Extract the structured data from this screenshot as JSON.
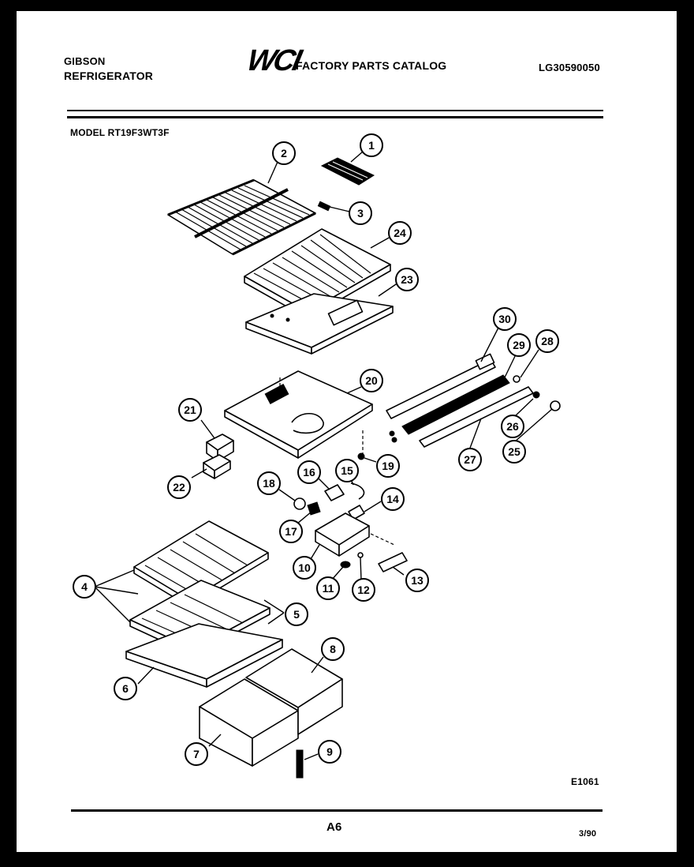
{
  "header": {
    "brand_line1": "GIBSON",
    "brand_line2": "REFRIGERATOR",
    "logo_text": "WCI",
    "catalog_title": "FACTORY PARTS CATALOG",
    "catalog_number": "LG30590050",
    "model": "MODEL RT19F3WT3F"
  },
  "footer": {
    "figure_code": "E1061",
    "page": "A6",
    "date": "3/90"
  },
  "callouts": [
    "1",
    "2",
    "3",
    "4",
    "5",
    "6",
    "7",
    "8",
    "9",
    "10",
    "11",
    "12",
    "13",
    "14",
    "15",
    "16",
    "17",
    "18",
    "19",
    "20",
    "21",
    "22",
    "23",
    "24",
    "25",
    "26",
    "27",
    "28",
    "29",
    "30"
  ]
}
